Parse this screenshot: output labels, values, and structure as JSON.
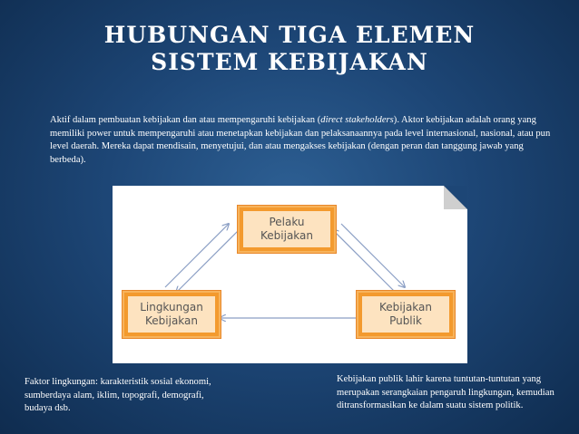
{
  "title_line1": "HUBUNGAN TIGA ELEMEN",
  "title_line2": "SISTEM KEBIJAKAN",
  "intro_before": "Aktif dalam pembuatan kebijakan dan atau mempengaruhi kebijakan (",
  "intro_italic": "direct stakeholders",
  "intro_after": "). Aktor kebijakan adalah orang yang memiliki power untuk mempengaruhi atau menetapkan kebijakan dan pelaksanaannya pada level internasional, nasional, atau pun level daerah.  Mereka dapat mendisain, menyetujui, dan atau mengakses kebijakan (dengan peran dan tanggung jawab yang berbeda).",
  "diagram": {
    "top_node": {
      "line1": "Pelaku",
      "line2": "Kebijakan"
    },
    "left_node": {
      "line1": "Lingkungan",
      "line2": "Kebijakan"
    },
    "right_node": {
      "line1": "Kebijakan",
      "line2": "Publik"
    },
    "colors": {
      "node_outer": "#f39a2e",
      "node_inner": "#fde3c0",
      "arrow": "#8a9ec4"
    }
  },
  "caption_left": "Faktor lingkungan: karakteristik sosial ekonomi, sumberdaya alam, iklim, topografi, demografi, budaya dsb.",
  "caption_right": "Kebijakan publik lahir karena tuntutan-tuntutan yang merupakan serangkaian pengaruh lingkungan, kemudian ditransformasikan ke dalam suatu sistem politik."
}
